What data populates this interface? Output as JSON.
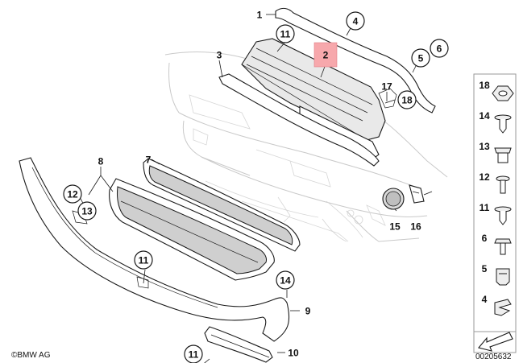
{
  "diagram": {
    "callouts": [
      {
        "id": "1",
        "label": "1",
        "style": "plain"
      },
      {
        "id": "2",
        "label": "2",
        "style": "highlight",
        "highlight_color": "#f7a8ac"
      },
      {
        "id": "3",
        "label": "3",
        "style": "plain"
      },
      {
        "id": "4",
        "label": "4",
        "style": "circle"
      },
      {
        "id": "5",
        "label": "5",
        "style": "circle"
      },
      {
        "id": "6",
        "label": "6",
        "style": "circle"
      },
      {
        "id": "7",
        "label": "7",
        "style": "plain"
      },
      {
        "id": "8",
        "label": "8",
        "style": "plain"
      },
      {
        "id": "9",
        "label": "9",
        "style": "plain"
      },
      {
        "id": "10",
        "label": "10",
        "style": "plain"
      },
      {
        "id": "11a",
        "label": "11",
        "style": "circle"
      },
      {
        "id": "11b",
        "label": "11",
        "style": "circle"
      },
      {
        "id": "11c",
        "label": "11",
        "style": "circle"
      },
      {
        "id": "12",
        "label": "12",
        "style": "circle"
      },
      {
        "id": "13",
        "label": "13",
        "style": "circle"
      },
      {
        "id": "14",
        "label": "14",
        "style": "circle"
      },
      {
        "id": "15",
        "label": "15",
        "style": "plain"
      },
      {
        "id": "16",
        "label": "16",
        "style": "plain"
      },
      {
        "id": "17",
        "label": "17",
        "style": "plain"
      },
      {
        "id": "18",
        "label": "18",
        "style": "circle"
      }
    ],
    "side_panel": {
      "items": [
        {
          "label": "18",
          "icon": "pushnut-icon"
        },
        {
          "label": "14",
          "icon": "expanding-rivet-icon"
        },
        {
          "label": "13",
          "icon": "plastic-nut-icon"
        },
        {
          "label": "12",
          "icon": "torx-screw-icon"
        },
        {
          "label": "11",
          "icon": "expanding-rivet-icon"
        },
        {
          "label": "6",
          "icon": "hex-bolt-icon"
        },
        {
          "label": "5",
          "icon": "clip-icon"
        },
        {
          "label": "4",
          "icon": "spring-clip-icon"
        }
      ],
      "arrow_icon": "direction-arrow-icon"
    },
    "footer": {
      "copyright": "©BMW AG",
      "image_number": "00205632"
    }
  }
}
